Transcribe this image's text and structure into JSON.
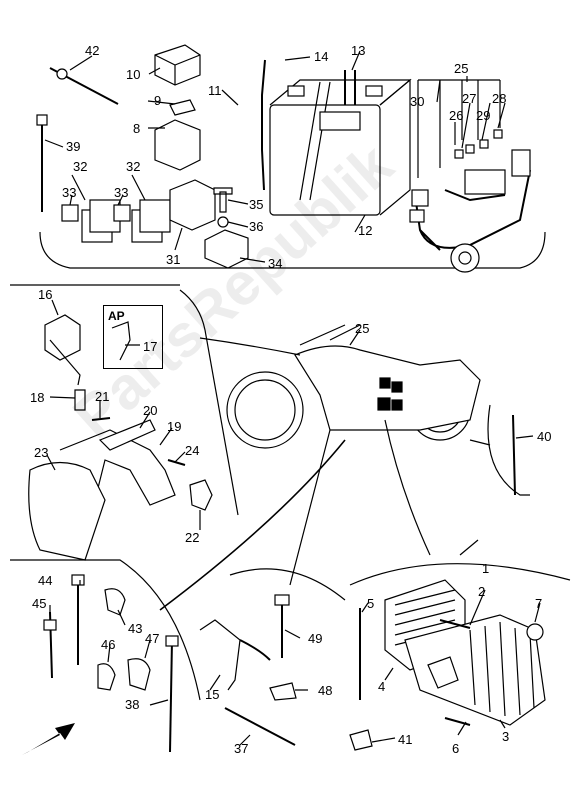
{
  "diagram": {
    "watermark_text": "PartsRepublik",
    "ap_label": "AP",
    "callouts": {
      "c1": "1",
      "c2": "2",
      "c3": "3",
      "c4": "4",
      "c5": "5",
      "c6": "6",
      "c7": "7",
      "c8": "8",
      "c9": "9",
      "c10": "10",
      "c11": "11",
      "c12": "12",
      "c13": "13",
      "c14": "14",
      "c15": "15",
      "c16": "16",
      "c17": "17",
      "c18": "18",
      "c19": "19",
      "c20": "20",
      "c21": "21",
      "c22": "22",
      "c23": "23",
      "c24": "24",
      "c25a": "25",
      "c25b": "25",
      "c26": "26",
      "c27": "27",
      "c28": "28",
      "c29": "29",
      "c30": "30",
      "c31": "31",
      "c32a": "32",
      "c32b": "32",
      "c33a": "33",
      "c33b": "33",
      "c34": "34",
      "c35": "35",
      "c36": "36",
      "c37": "37",
      "c38": "38",
      "c39": "39",
      "c40": "40",
      "c41": "41",
      "c42": "42",
      "c43": "43",
      "c44": "44",
      "c45": "45",
      "c46": "46",
      "c47": "47",
      "c48": "48",
      "c49": "49"
    }
  }
}
